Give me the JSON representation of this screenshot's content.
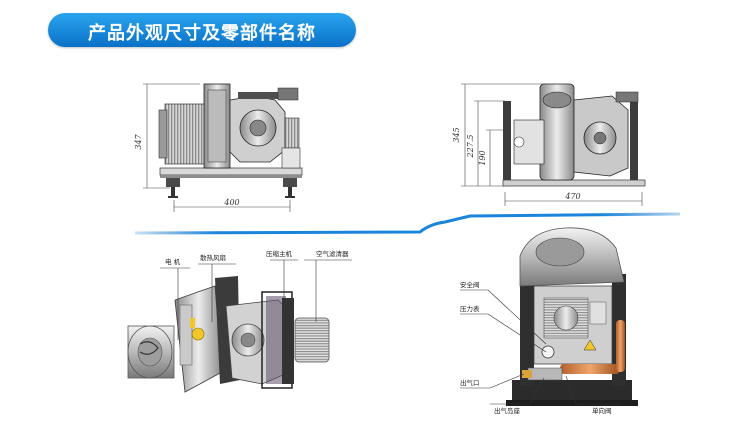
{
  "header": {
    "title": "产品外观尺寸及零部件名称"
  },
  "front_view": {
    "height": "347",
    "width": "400"
  },
  "side_view": {
    "height_total": "345",
    "height_mid": "227.5",
    "height_low": "190",
    "width": "470"
  },
  "left_photo": {
    "labels": [
      "电 机",
      "散热风扇",
      "压缩主机",
      "空气滤清器"
    ]
  },
  "right_photo": {
    "labels": [
      "安全阀",
      "压力表",
      "出气口",
      "出气岛座",
      "单向阀"
    ]
  },
  "colors": {
    "accent": "#1a85db",
    "line": "#555555"
  }
}
